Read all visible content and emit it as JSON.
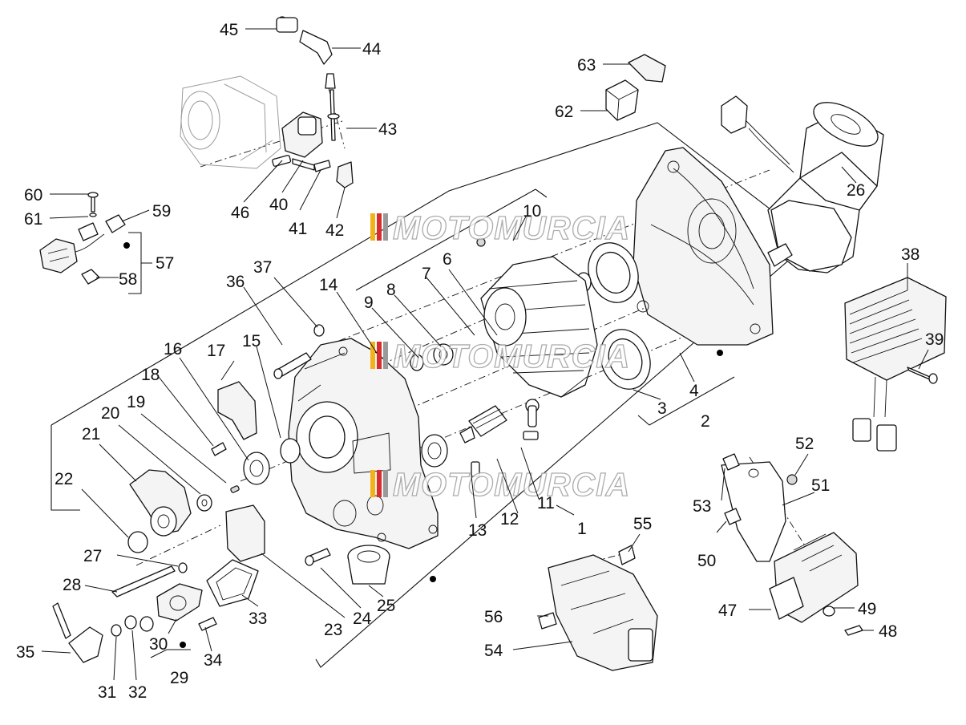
{
  "diagram": {
    "watermark": "MOTOMURCIA",
    "watermark_stripe_colors": [
      "#f2b21a",
      "#d92c2c",
      "#9a9a9a"
    ],
    "line_color": "#111111",
    "background": "#ffffff",
    "callouts": {
      "c1": "1",
      "c2": "2",
      "c3": "3",
      "c4": "4",
      "c6": "6",
      "c7": "7",
      "c8": "8",
      "c9": "9",
      "c10": "10",
      "c11": "11",
      "c12": "12",
      "c13": "13",
      "c14": "14",
      "c15": "15",
      "c16": "16",
      "c17": "17",
      "c18": "18",
      "c19": "19",
      "c20": "20",
      "c21": "21",
      "c22": "22",
      "c23": "23",
      "c24": "24",
      "c25": "25",
      "c26": "26",
      "c27": "27",
      "c28": "28",
      "c29": "29",
      "c30": "30",
      "c31": "31",
      "c32": "32",
      "c33": "33",
      "c34": "34",
      "c35": "35",
      "c36": "36",
      "c37": "37",
      "c38": "38",
      "c39": "39",
      "c40": "40",
      "c41": "41",
      "c42": "42",
      "c43": "43",
      "c44": "44",
      "c45": "45",
      "c46": "46",
      "c47": "47",
      "c48": "48",
      "c49": "49",
      "c50": "50",
      "c51": "51",
      "c52": "52",
      "c53": "53",
      "c54": "54",
      "c55": "55",
      "c56": "56",
      "c57": "57",
      "c58": "58",
      "c59": "59",
      "c60": "60",
      "c61": "61",
      "c62": "62",
      "c63": "63"
    }
  }
}
